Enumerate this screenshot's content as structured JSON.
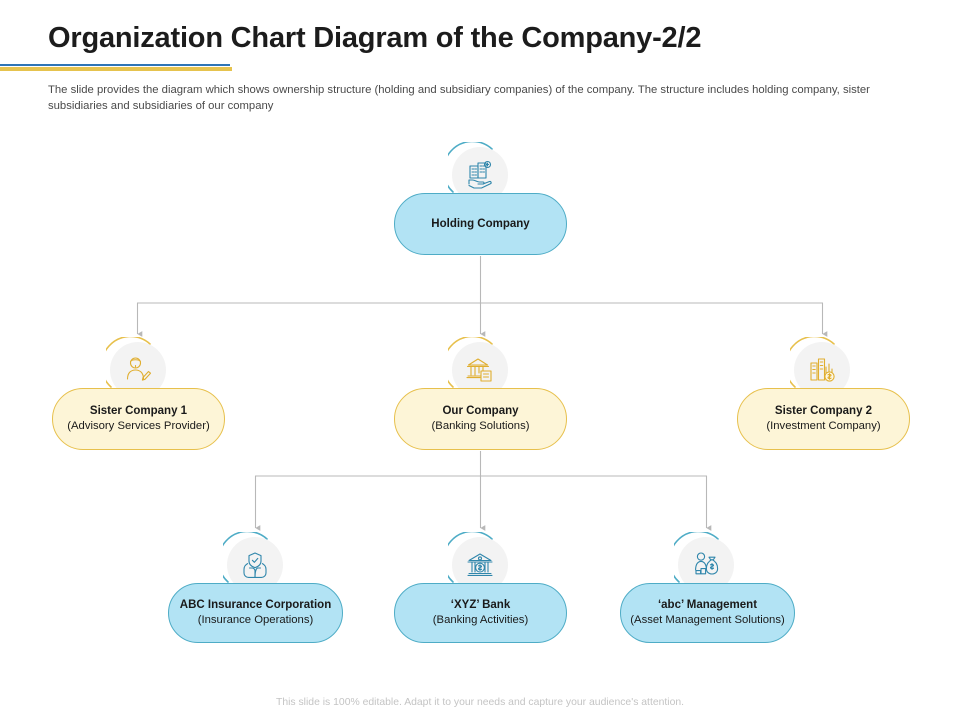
{
  "header": {
    "title": "Organization Chart Diagram of the Company-2/2",
    "subtitle": "The slide provides the diagram which shows ownership structure (holding and subsidiary companies) of the company. The structure includes holding company, sister subsidiaries and subsidiaries of our company",
    "rule_blue_color": "#2e75b6",
    "rule_gold_color": "#e6c34e"
  },
  "chart_data": {
    "type": "diagram",
    "title": "Organization Chart Diagram of the Company-2/2",
    "orientation": "top-down",
    "levels": 3,
    "nodes": [
      {
        "id": "holding",
        "title": "Holding Company",
        "subtitle": "",
        "level": 1,
        "style": "blue",
        "icon": "buildings-in-hand-icon",
        "fill": "#b2e3f4",
        "border": "#4eacc6"
      },
      {
        "id": "sister1",
        "title": "Sister Company 1",
        "subtitle": "(Advisory Services Provider)",
        "level": 2,
        "style": "yellow",
        "icon": "advisor-person-icon",
        "fill": "#fdf5d7",
        "border": "#e7c04c"
      },
      {
        "id": "ours",
        "title": "Our Company",
        "subtitle": "(Banking Solutions)",
        "level": 2,
        "style": "yellow",
        "icon": "bank-building-icon",
        "fill": "#fdf5d7",
        "border": "#e7c04c"
      },
      {
        "id": "sister2",
        "title": "Sister Company 2",
        "subtitle": "(Investment Company)",
        "level": 2,
        "style": "yellow",
        "icon": "investment-buildings-coin-icon",
        "fill": "#fdf5d7",
        "border": "#e7c04c"
      },
      {
        "id": "insurance",
        "title": "ABC Insurance Corporation",
        "subtitle": "(Insurance Operations)",
        "level": 3,
        "style": "blue",
        "icon": "shield-in-hands-icon",
        "fill": "#b2e3f4",
        "border": "#4eacc6"
      },
      {
        "id": "xyzbank",
        "title": "‘XYZ’ Bank",
        "subtitle": "(Banking Activities)",
        "level": 3,
        "style": "blue",
        "icon": "bank-dollar-icon",
        "fill": "#b2e3f4",
        "border": "#4eacc6"
      },
      {
        "id": "abcmgmt",
        "title": "‘abc’ Management",
        "subtitle": "(Asset Management Solutions)",
        "level": 3,
        "style": "blue",
        "icon": "person-money-bag-icon",
        "fill": "#b2e3f4",
        "border": "#4eacc6"
      }
    ],
    "edges": [
      {
        "from": "holding",
        "to": "sister1"
      },
      {
        "from": "holding",
        "to": "ours"
      },
      {
        "from": "holding",
        "to": "sister2"
      },
      {
        "from": "ours",
        "to": "insurance"
      },
      {
        "from": "ours",
        "to": "xyzbank"
      },
      {
        "from": "ours",
        "to": "abcmgmt"
      }
    ],
    "connector_color": "#b8b8b8"
  },
  "footer": {
    "note": "This slide is 100% editable. Adapt it to your needs and capture your audience's attention."
  }
}
